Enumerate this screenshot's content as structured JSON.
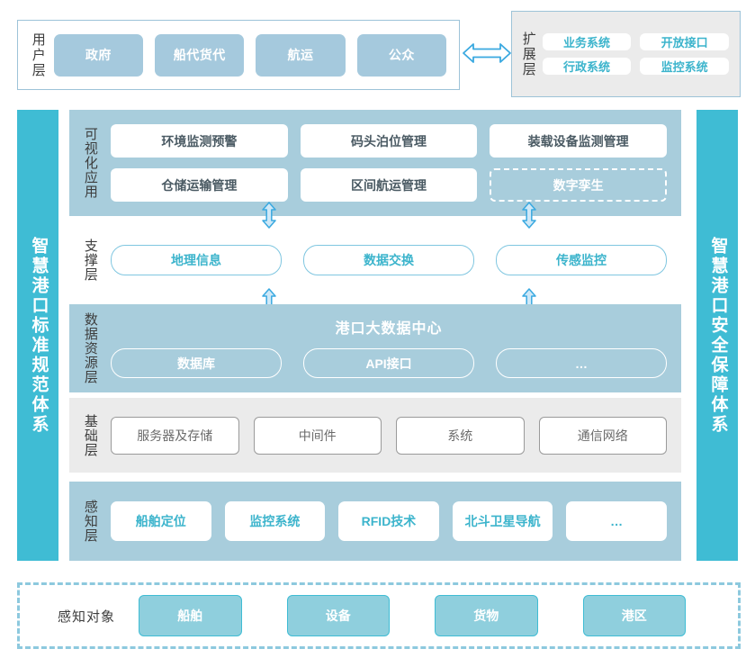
{
  "user_layer": {
    "label": "用户层",
    "boxes": [
      {
        "label": "政府"
      },
      {
        "label": "船代货代"
      },
      {
        "label": "航运"
      },
      {
        "label": "公众"
      }
    ]
  },
  "exchange_arrow": {
    "icon": "double-headed-horizontal-arrow-icon"
  },
  "extension_layer": {
    "label": "扩展层",
    "boxes": [
      {
        "label": "业务系统"
      },
      {
        "label": "开放接口"
      },
      {
        "label": "行政系统"
      },
      {
        "label": "监控系统"
      }
    ]
  },
  "left_sidebar": {
    "label": "智慧港口标准规范体系"
  },
  "right_sidebar": {
    "label": "智慧港口安全保障体系"
  },
  "layers": {
    "visualization": {
      "label": "可视化应用",
      "boxes": [
        {
          "label": "环境监测预警",
          "style": "solid"
        },
        {
          "label": "码头泊位管理",
          "style": "solid"
        },
        {
          "label": "装载设备监测管理",
          "style": "solid"
        },
        {
          "label": "仓储运输管理",
          "style": "solid"
        },
        {
          "label": "区间航运管理",
          "style": "solid"
        },
        {
          "label": "数字孪生",
          "style": "dashed"
        }
      ]
    },
    "support": {
      "label": "支撑层",
      "boxes": [
        {
          "label": "地理信息"
        },
        {
          "label": "数据交换"
        },
        {
          "label": "传感监控"
        }
      ],
      "arrows": [
        {
          "icon": "double-headed-vertical-arrow-icon"
        },
        {
          "icon": "double-headed-vertical-arrow-icon"
        },
        {
          "icon": "double-headed-vertical-arrow-icon"
        },
        {
          "icon": "double-headed-vertical-arrow-icon"
        }
      ]
    },
    "data_resource": {
      "label": "数据资源层",
      "title": "港口大数据中心",
      "boxes": [
        {
          "label": "数据库"
        },
        {
          "label": "API接口"
        },
        {
          "label": "…"
        }
      ]
    },
    "infrastructure": {
      "label": "基础层",
      "boxes": [
        {
          "label": "服务器及存储"
        },
        {
          "label": "中间件"
        },
        {
          "label": "系统"
        },
        {
          "label": "通信网络"
        }
      ]
    },
    "perception": {
      "label": "感知层",
      "boxes": [
        {
          "label": "船舶定位"
        },
        {
          "label": "监控系统"
        },
        {
          "label": "RFID技术"
        },
        {
          "label": "北斗卫星导航"
        },
        {
          "label": "…"
        }
      ]
    }
  },
  "perception_objects": {
    "label": "感知对象",
    "boxes": [
      {
        "label": "船舶"
      },
      {
        "label": "设备"
      },
      {
        "label": "货物"
      },
      {
        "label": "港区"
      }
    ]
  },
  "colors": {
    "teal": "#3fbcd4",
    "light_blue_panel": "#a8cddc",
    "user_box": "#a5c9dd",
    "gray_panel": "#ebebeb",
    "accent_text": "#3cb4cc",
    "bottom_box": "#8fcfdd"
  }
}
